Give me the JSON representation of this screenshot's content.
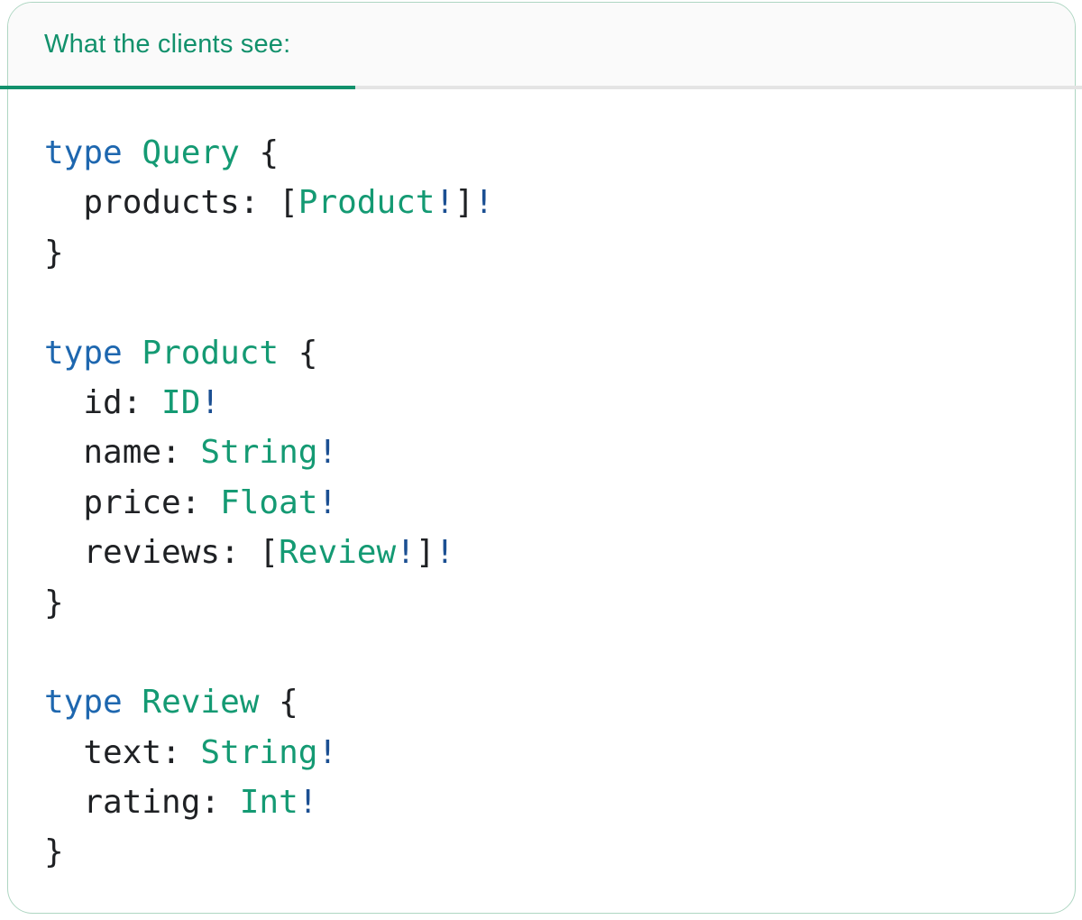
{
  "header": {
    "tab_label": "What the clients see:"
  },
  "colors": {
    "accent_green": "#12916c",
    "keyword_blue": "#1e67af",
    "type_green": "#149a73",
    "bang_blue": "#1b4f92",
    "plain_dark": "#1f2124",
    "card_border": "#aed6c2",
    "header_bg": "#fafafa",
    "divider_gray": "#e4e4e4"
  },
  "code": {
    "lines": [
      [
        {
          "t": "type",
          "c": "keyword"
        },
        {
          "t": " ",
          "c": "plain"
        },
        {
          "t": "Query",
          "c": "type"
        },
        {
          "t": " {",
          "c": "plain"
        }
      ],
      [
        {
          "t": "  products: [",
          "c": "plain"
        },
        {
          "t": "Product",
          "c": "type"
        },
        {
          "t": "!",
          "c": "bang"
        },
        {
          "t": "]",
          "c": "plain"
        },
        {
          "t": "!",
          "c": "bang"
        }
      ],
      [
        {
          "t": "}",
          "c": "plain"
        }
      ],
      [],
      [
        {
          "t": "type",
          "c": "keyword"
        },
        {
          "t": " ",
          "c": "plain"
        },
        {
          "t": "Product",
          "c": "type"
        },
        {
          "t": " {",
          "c": "plain"
        }
      ],
      [
        {
          "t": "  id: ",
          "c": "plain"
        },
        {
          "t": "ID",
          "c": "type"
        },
        {
          "t": "!",
          "c": "bang"
        }
      ],
      [
        {
          "t": "  name: ",
          "c": "plain"
        },
        {
          "t": "String",
          "c": "type"
        },
        {
          "t": "!",
          "c": "bang"
        }
      ],
      [
        {
          "t": "  price: ",
          "c": "plain"
        },
        {
          "t": "Float",
          "c": "type"
        },
        {
          "t": "!",
          "c": "bang"
        }
      ],
      [
        {
          "t": "  reviews: [",
          "c": "plain"
        },
        {
          "t": "Review",
          "c": "type"
        },
        {
          "t": "!",
          "c": "bang"
        },
        {
          "t": "]",
          "c": "plain"
        },
        {
          "t": "!",
          "c": "bang"
        }
      ],
      [
        {
          "t": "}",
          "c": "plain"
        }
      ],
      [],
      [
        {
          "t": "type",
          "c": "keyword"
        },
        {
          "t": " ",
          "c": "plain"
        },
        {
          "t": "Review",
          "c": "type"
        },
        {
          "t": " {",
          "c": "plain"
        }
      ],
      [
        {
          "t": "  text: ",
          "c": "plain"
        },
        {
          "t": "String",
          "c": "type"
        },
        {
          "t": "!",
          "c": "bang"
        }
      ],
      [
        {
          "t": "  rating: ",
          "c": "plain"
        },
        {
          "t": "Int",
          "c": "type"
        },
        {
          "t": "!",
          "c": "bang"
        }
      ],
      [
        {
          "t": "}",
          "c": "plain"
        }
      ]
    ]
  }
}
